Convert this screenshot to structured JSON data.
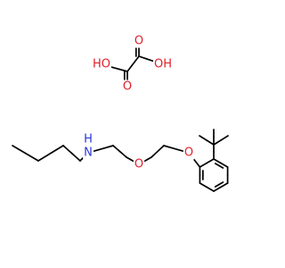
{
  "colors": {
    "bond": "#000000",
    "oxygen": "#e0202a",
    "nitrogen": "#2a37d8",
    "background": "#ffffff"
  },
  "structure": {
    "oxalic_acid": {
      "labels": {
        "ho_left": "HO",
        "oh_right": "OH",
        "o_bottom": "O",
        "o_top": "O"
      }
    },
    "amine": {
      "labels": {
        "nh": "N",
        "nh_h": "H",
        "ether_o": "O",
        "phenoxy_o": "O"
      }
    }
  }
}
